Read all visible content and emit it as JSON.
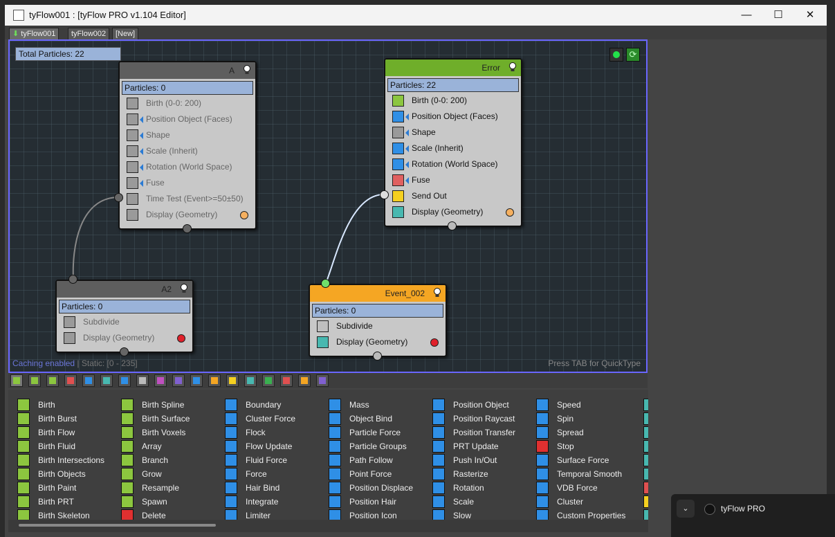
{
  "window": {
    "title": "tyFlow001 : [tyFlow PRO v1.104 Editor]",
    "controls": {
      "minimize": "—",
      "maximize": "☐",
      "close": "✕"
    }
  },
  "tabs": [
    {
      "label": "tyFlow001",
      "active": true
    },
    {
      "label": "tyFlow002",
      "active": false
    },
    {
      "label": "[New]",
      "active": false
    }
  ],
  "flow": {
    "total_particles": "Total Particles: 22",
    "caching_status": "Caching enabled",
    "static_range": " | Static: [0 - 235]",
    "quicktype_hint": "Press TAB for QuickType",
    "nodes": [
      {
        "id": "A",
        "title": "A",
        "particles": "Particles: 0",
        "header_color": "#5e5e5e",
        "dim": true,
        "operators": [
          {
            "label": "Birth (0-0: 200)",
            "icon": "birth-icon"
          },
          {
            "label": "Position Object (Faces)",
            "icon": "position-object-icon"
          },
          {
            "label": "Shape",
            "icon": "shape-icon"
          },
          {
            "label": "Scale (Inherit)",
            "icon": "scale-icon"
          },
          {
            "label": "Rotation (World Space)",
            "icon": "rotation-icon"
          },
          {
            "label": "Fuse",
            "icon": "fuse-icon"
          },
          {
            "label": "Time Test (Event>=50±50)",
            "icon": "clock-icon"
          },
          {
            "label": "Display (Geometry)",
            "icon": "display-icon"
          }
        ]
      },
      {
        "id": "Error",
        "title": "Error",
        "particles": "Particles: 22",
        "header_color": "#6fae2a",
        "dim": false,
        "operators": [
          {
            "label": "Birth (0-0: 200)",
            "icon": "birth-icon"
          },
          {
            "label": "Position Object (Faces)",
            "icon": "position-object-icon"
          },
          {
            "label": "Shape",
            "icon": "shape-icon"
          },
          {
            "label": "Scale (Inherit)",
            "icon": "scale-icon"
          },
          {
            "label": "Rotation (World Space)",
            "icon": "rotation-icon"
          },
          {
            "label": "Fuse",
            "icon": "fuse-icon"
          },
          {
            "label": "Send Out",
            "icon": "send-out-icon"
          },
          {
            "label": "Display (Geometry)",
            "icon": "display-icon"
          }
        ]
      },
      {
        "id": "A2",
        "title": "A2",
        "particles": "Particles: 0",
        "header_color": "#5e5e5e",
        "dim": true,
        "operators": [
          {
            "label": "Subdivide",
            "icon": "subdivide-icon"
          },
          {
            "label": "Display (Geometry)",
            "icon": "display-icon"
          }
        ]
      },
      {
        "id": "Event_002",
        "title": "Event_002",
        "particles": "Particles: 0",
        "header_color": "#f5a623",
        "dim": false,
        "operators": [
          {
            "label": "Subdivide",
            "icon": "subdivide-icon"
          },
          {
            "label": "Display (Geometry)",
            "icon": "display-icon"
          }
        ]
      }
    ]
  },
  "operator_columns": [
    [
      "Birth",
      "Birth Burst",
      "Birth Flow",
      "Birth Fluid",
      "Birth Intersections",
      "Birth Objects",
      "Birth Paint",
      "Birth PRT",
      "Birth Skeleton"
    ],
    [
      "Birth Spline",
      "Birth Surface",
      "Birth Voxels",
      "Array",
      "Branch",
      "Grow",
      "Resample",
      "Spawn",
      "Delete"
    ],
    [
      "Boundary",
      "Cluster Force",
      "Flock",
      "Flow Update",
      "Fluid Force",
      "Force",
      "Hair Bind",
      "Integrate",
      "Limiter"
    ],
    [
      "Mass",
      "Object Bind",
      "Particle Force",
      "Particle Groups",
      "Path Follow",
      "Point Force",
      "Position Displace",
      "Position Hair",
      "Position Icon"
    ],
    [
      "Position Object",
      "Position Raycast",
      "Position Transfer",
      "PRT Update",
      "Push In/Out",
      "Rasterize",
      "Rotation",
      "Scale",
      "Slow"
    ],
    [
      "Speed",
      "Spin",
      "Spread",
      "Stop",
      "Surface Force",
      "Temporal Smooth",
      "VDB Force",
      "Cluster",
      "Custom Properties"
    ]
  ],
  "colors": {
    "accent_border": "#6a66ff",
    "birth_green": "#8cc63f",
    "operator_blue": "#2f8fe6",
    "error_header": "#6fae2a",
    "event_header": "#f5a623"
  },
  "taskbar_popup": {
    "label": "tyFlow PRO",
    "chevron": "⌄"
  }
}
